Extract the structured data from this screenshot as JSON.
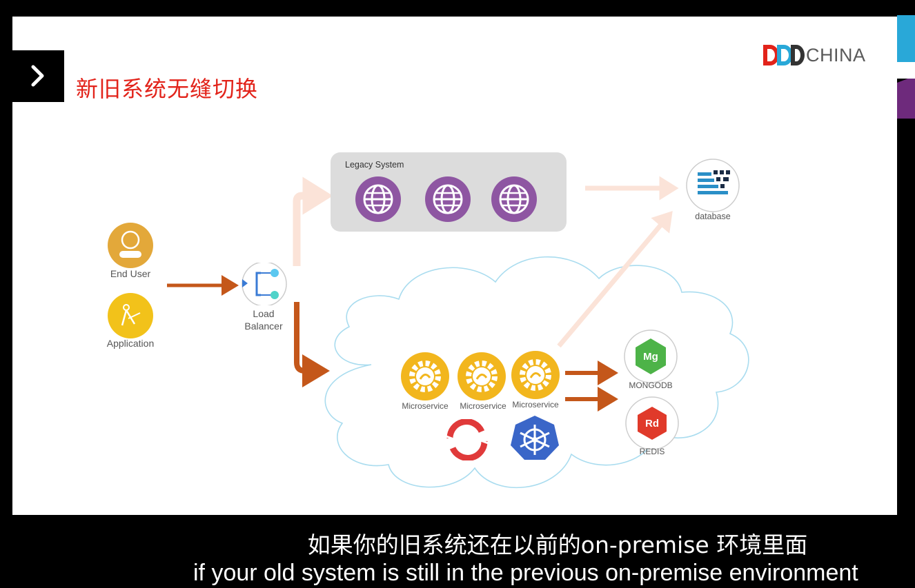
{
  "slide": {
    "title": "新旧系统无缝切换",
    "logo": {
      "letters": "DDD",
      "text": "CHINA"
    }
  },
  "colors": {
    "title_red": "#e2231a",
    "arrow_orange": "#c4571a",
    "arrow_faded": "#fbe3d8",
    "legacy_purple": "#8e56a2",
    "gear_yellow": "#f2b61d",
    "user_gold": "#e3a83a",
    "cloud_stroke": "#a9dcef",
    "k8s_blue": "#3a66c8",
    "openshift_red": "#e03a3a"
  },
  "diagram": {
    "end_user": {
      "label": "End User",
      "icon": "user-icon"
    },
    "application": {
      "label": "Application",
      "icon": "compass-icon"
    },
    "load_balancer": {
      "line1": "Load",
      "line2": "Balancer",
      "icon": "load-balancer-icon"
    },
    "legacy_system": {
      "label": "Legacy System",
      "icons": [
        "globe-icon",
        "globe-icon",
        "globe-icon"
      ]
    },
    "database": {
      "label": "database",
      "icon": "database-icon"
    },
    "microservices": [
      {
        "label": "Microservice",
        "icon": "gear-icon"
      },
      {
        "label": "Microservice",
        "icon": "gear-icon"
      },
      {
        "label": "Microservice",
        "icon": "gear-icon"
      }
    ],
    "platform_icons": [
      "openshift-icon",
      "kubernetes-icon"
    ],
    "mongodb": {
      "label": "MONGODB",
      "badge": "Mg",
      "icon": "mongodb-icon"
    },
    "redis": {
      "label": "REDIS",
      "badge": "Rd",
      "icon": "redis-icon"
    }
  },
  "subtitles": {
    "chinese": "如果你的旧系统还在以前的on-premise 环境里面",
    "english": "if your old system is still in the previous on-premise environment"
  }
}
